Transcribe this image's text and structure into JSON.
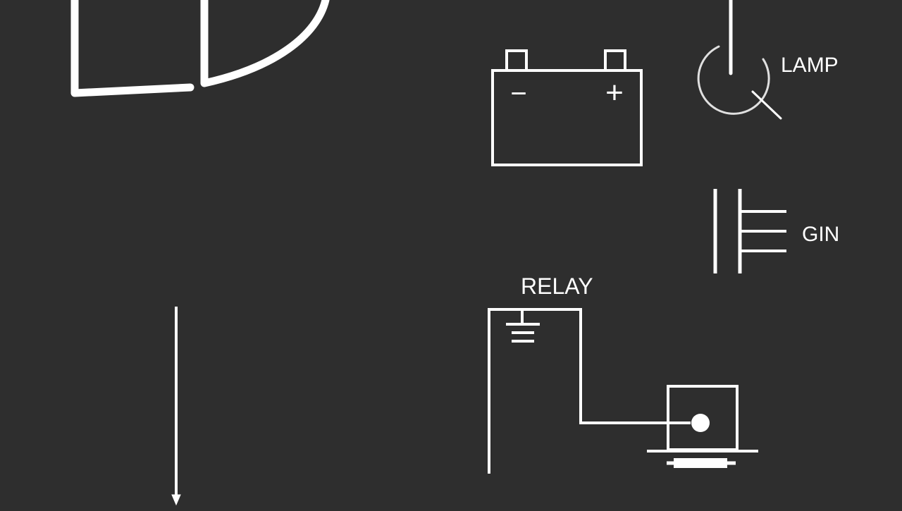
{
  "canvas": {
    "background": "#2e2e2e",
    "stroke": "#ffffff"
  },
  "labels": {
    "lamp": "LAMP",
    "ground": "GIN",
    "relay": "RELAY",
    "battery_minus": "−",
    "battery_plus": "+"
  },
  "symbols": [
    {
      "name": "led-letters",
      "text": "LD"
    },
    {
      "name": "battery",
      "terminals": [
        "−",
        "+"
      ]
    },
    {
      "name": "lamp"
    },
    {
      "name": "ground"
    },
    {
      "name": "relay"
    },
    {
      "name": "wire-arrow"
    }
  ]
}
